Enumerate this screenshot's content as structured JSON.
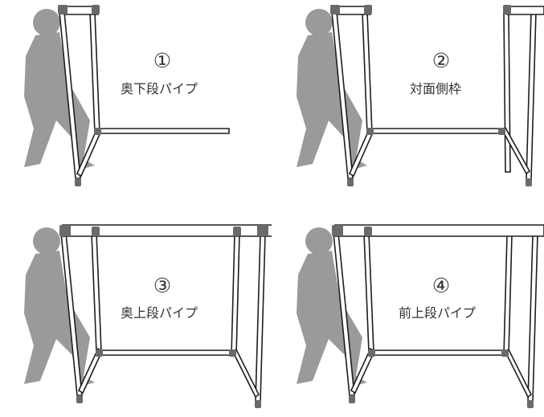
{
  "steps": [
    {
      "number": "①",
      "label": "奥下段パイプ"
    },
    {
      "number": "②",
      "label": "対面側枠"
    },
    {
      "number": "③",
      "label": "奥上段パイプ"
    },
    {
      "number": "④",
      "label": "前上段パイプ"
    }
  ],
  "colors": {
    "figure": "#9a9a9a",
    "line": "#1e1e1e",
    "pipe_fill": "#ffffff",
    "joint": "#6a6a6a",
    "text": "#333333"
  }
}
